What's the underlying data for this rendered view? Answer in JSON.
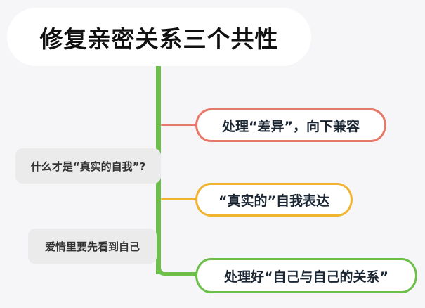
{
  "root": {
    "title": "修复亲密关系三个共性"
  },
  "branches": [
    {
      "label": "处理“差异”，向下兼容",
      "color": "#e8786a"
    },
    {
      "label": "“真实的”自我表达",
      "color": "#f2b32f"
    },
    {
      "label": "处理好“自己与自己的关系”",
      "color": "#6cc04a"
    }
  ],
  "notes": [
    {
      "label": "什么才是“真实的自我”?"
    },
    {
      "label": "爱情里要先看到自己"
    }
  ],
  "trunk_color": "#6cc04a"
}
